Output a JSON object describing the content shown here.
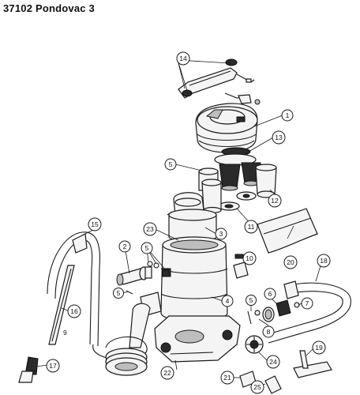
{
  "title": "37102 Pondovac 3",
  "callouts": {
    "c1": "1",
    "c2": "2",
    "c3": "3",
    "c4": "4",
    "c5a": "5",
    "c5b": "5",
    "c5c": "5",
    "c5d": "5",
    "c6": "6",
    "c7": "7",
    "c8": "8",
    "c10": "10",
    "c11": "11",
    "c12": "12",
    "c13": "13",
    "c14": "14",
    "c15": "15",
    "c16": "16",
    "c17": "17",
    "c18": "18",
    "c19": "19",
    "c20": "20",
    "c21": "21",
    "c22": "22",
    "c23": "23",
    "c24": "24",
    "c25": "25"
  },
  "plain_labels": {
    "p9": "9"
  }
}
